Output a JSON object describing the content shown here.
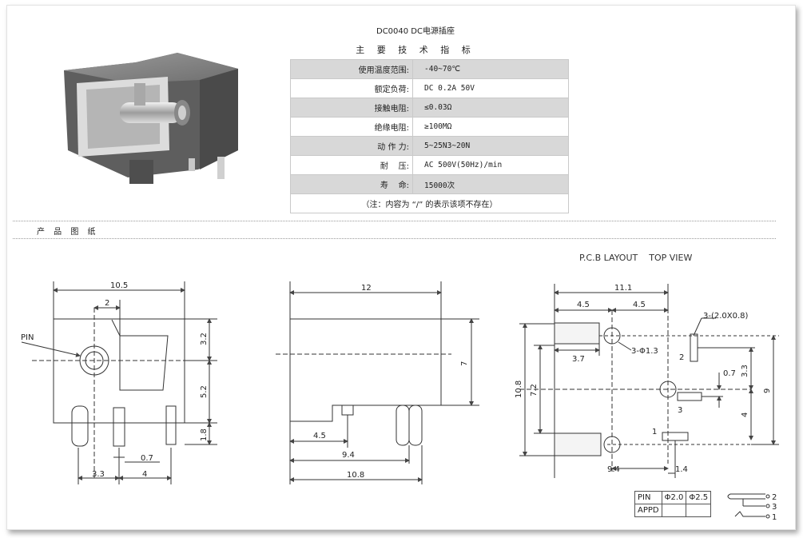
{
  "doc_title": "DC0040 DC电源插座",
  "spec_title": "主 要 技 术 指 标",
  "specs": [
    {
      "label": "使用温度范围:",
      "value": "-40~70℃"
    },
    {
      "label": "额定负荷:",
      "value": "DC 0.2A 50V"
    },
    {
      "label": "接触电阻:",
      "value": "≤0.03Ω"
    },
    {
      "label": "绝缘电阻:",
      "value": "≥100MΩ"
    },
    {
      "label": "动 作 力:",
      "value": "5~25N3~20N"
    },
    {
      "label": "耐    压:",
      "value": "AC 500V(50Hz)/min"
    },
    {
      "label": "寿    命:",
      "value": "15000次"
    }
  ],
  "spec_note": "（注：内容为 “/” 的表示该项不存在）",
  "section_title": "产 品 图 纸",
  "pcb_title": "P.C.B LAYOUT    TOP VIEW",
  "front_view": {
    "pin_label": "PIN",
    "dims": {
      "w": "10.5",
      "d2": "2",
      "d32": "3.2",
      "d52": "5.2",
      "d18": "1.8",
      "d07": "0.7",
      "d33": "3.3",
      "d4": "4"
    }
  },
  "side_view": {
    "dims": {
      "w": "12",
      "h": "7",
      "d45": "4.5",
      "d94": "9.4",
      "d108": "10.8"
    }
  },
  "pcb_view": {
    "dims": {
      "d111": "11.1",
      "d45a": "4.5",
      "d45b": "4.5",
      "d37": "3.7",
      "hole": "3-Φ1.3",
      "slot": "3-(2.0X0.8)",
      "d07": "0.7",
      "d33": "3.3",
      "d108": "10.8",
      "d72": "7.2",
      "d9": "9",
      "d4": "4",
      "d94": "9.4",
      "d14": "1.4",
      "p1": "1",
      "p2": "2",
      "p3": "3"
    }
  },
  "pin_table": {
    "header": [
      "PIN",
      "Φ2.0",
      "Φ2.5"
    ],
    "row": [
      "APPD",
      "",
      ""
    ]
  },
  "pin_symbol_labels": [
    "2",
    "3",
    "1"
  ]
}
